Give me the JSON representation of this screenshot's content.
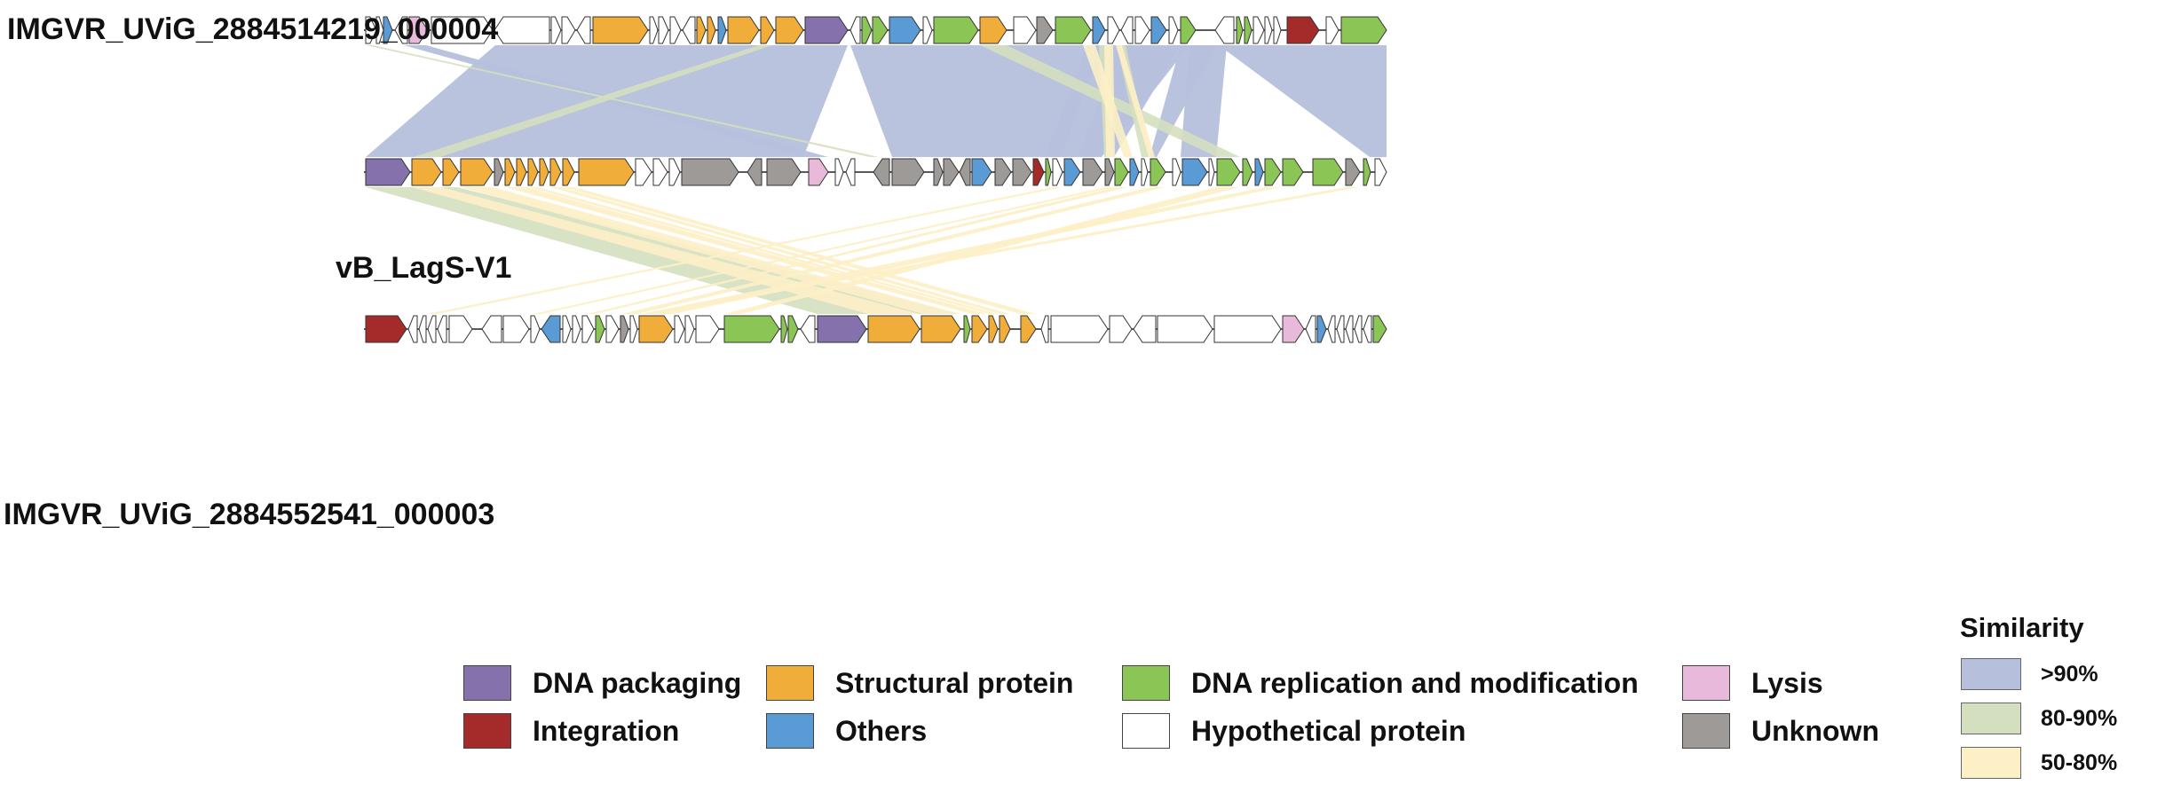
{
  "genomes": [
    {
      "id": "g1",
      "label": "IMGVR_UViG_2884514219_000004"
    },
    {
      "id": "g2",
      "label": "vB_LagS-V1"
    },
    {
      "id": "g3",
      "label": "IMGVR_UViG_2884552541_000003"
    }
  ],
  "categories": {
    "pack": {
      "label": "DNA packaging",
      "color": "#8572ad"
    },
    "integ": {
      "label": "Integration",
      "color": "#a52a2a"
    },
    "struct": {
      "label": "Structural protein",
      "color": "#f0ad3a"
    },
    "other": {
      "label": "Others",
      "color": "#5b9bd5"
    },
    "rep": {
      "label": "DNA replication and modification",
      "color": "#8bc556"
    },
    "hypo": {
      "label": "Hypothetical protein",
      "color": "#ffffff"
    },
    "lysis": {
      "label": "Lysis",
      "color": "#e8b9da"
    },
    "unk": {
      "label": "Unknown",
      "color": "#9e9a98"
    }
  },
  "legend_order": [
    [
      "pack",
      "integ"
    ],
    [
      "struct",
      "other"
    ],
    [
      "rep",
      "hypo"
    ],
    [
      "lysis",
      "unk"
    ]
  ],
  "similarity": {
    "title": "Similarity",
    "levels": [
      {
        "label": ">90%",
        "color": "#b6c0dc"
      },
      {
        "label": "80-90%",
        "color": "#d4dfbf"
      },
      {
        "label": "50-80%",
        "color": "#fdf0c6"
      }
    ]
  }
}
